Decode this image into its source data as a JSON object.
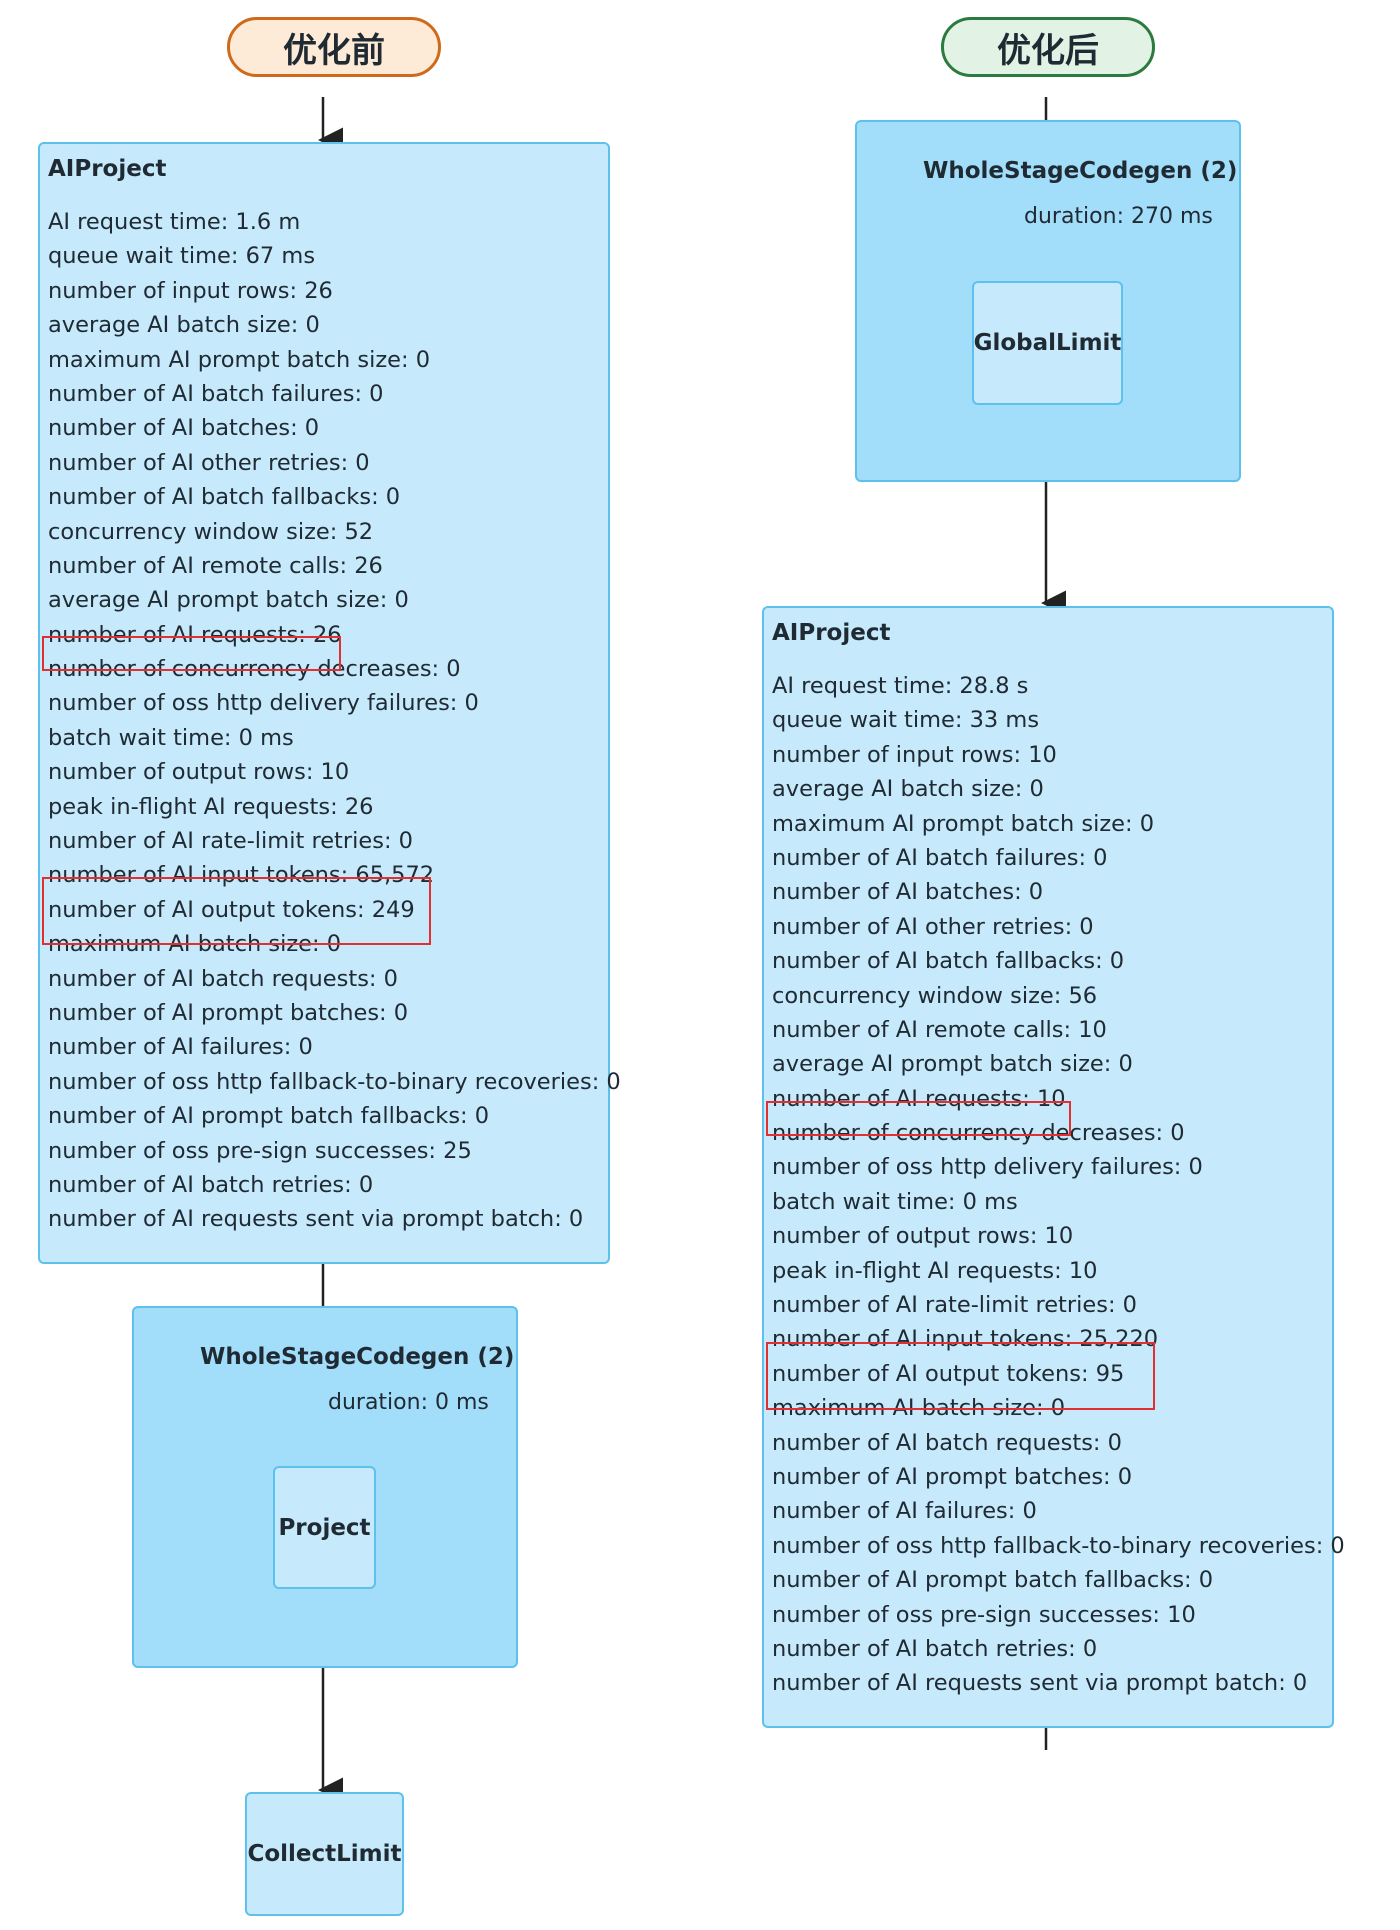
{
  "before": {
    "label": "优化前",
    "aiproject": {
      "title": "AIProject",
      "metrics": [
        "AI request time: 1.6 m",
        "queue wait time: 67 ms",
        "number of input rows: 26",
        "average AI batch size: 0",
        "maximum AI prompt batch size: 0",
        "number of AI batch failures: 0",
        "number of AI batches: 0",
        "number of AI other retries: 0",
        "number of AI batch fallbacks: 0",
        "concurrency window size: 52",
        "number of AI remote calls: 26",
        "average AI prompt batch size: 0",
        "number of AI requests: 26",
        "number of concurrency decreases: 0",
        "number of oss http delivery failures: 0",
        "batch wait time: 0 ms",
        "number of output rows: 10",
        "peak in-flight AI requests: 26",
        "number of AI rate-limit retries: 0",
        "number of AI input tokens: 65,572",
        "number of AI output tokens: 249",
        "maximum AI batch size: 0",
        "number of AI batch requests: 0",
        "number of AI prompt batches: 0",
        "number of AI failures: 0",
        "number of oss http fallback-to-binary recoveries: 0",
        "number of AI prompt batch fallbacks: 0",
        "number of oss pre-sign successes: 25",
        "number of AI batch retries: 0",
        "number of AI requests sent via prompt batch: 0"
      ]
    },
    "stage": {
      "title": "WholeStageCodegen (2)",
      "duration": "duration: 0 ms",
      "node": "Project"
    },
    "final_node": "CollectLimit"
  },
  "after": {
    "label": "优化后",
    "stage": {
      "title": "WholeStageCodegen (2)",
      "duration": "duration: 270 ms",
      "node": "GlobalLimit"
    },
    "aiproject": {
      "title": "AIProject",
      "metrics": [
        "AI request time: 28.8 s",
        "queue wait time: 33 ms",
        "number of input rows: 10",
        "average AI batch size: 0",
        "maximum AI prompt batch size: 0",
        "number of AI batch failures: 0",
        "number of AI batches: 0",
        "number of AI other retries: 0",
        "number of AI batch fallbacks: 0",
        "concurrency window size: 56",
        "number of AI remote calls: 10",
        "average AI prompt batch size: 0",
        "number of AI requests: 10",
        "number of concurrency decreases: 0",
        "number of oss http delivery failures: 0",
        "batch wait time: 0 ms",
        "number of output rows: 10",
        "peak in-flight AI requests: 10",
        "number of AI rate-limit retries: 0",
        "number of AI input tokens: 25,220",
        "number of AI output tokens: 95",
        "maximum AI batch size: 0",
        "number of AI batch requests: 0",
        "number of AI prompt batches: 0",
        "number of AI failures: 0",
        "number of oss http fallback-to-binary recoveries: 0",
        "number of AI prompt batch fallbacks: 0",
        "number of oss pre-sign successes: 10",
        "number of AI batch retries: 0",
        "number of AI requests sent via prompt batch: 0"
      ]
    }
  },
  "colors": {
    "highlight": "#e03030",
    "box_border": "#5ec1ec",
    "ai_fill": "#c6e9fb",
    "stage_fill": "#a2ddfa"
  }
}
